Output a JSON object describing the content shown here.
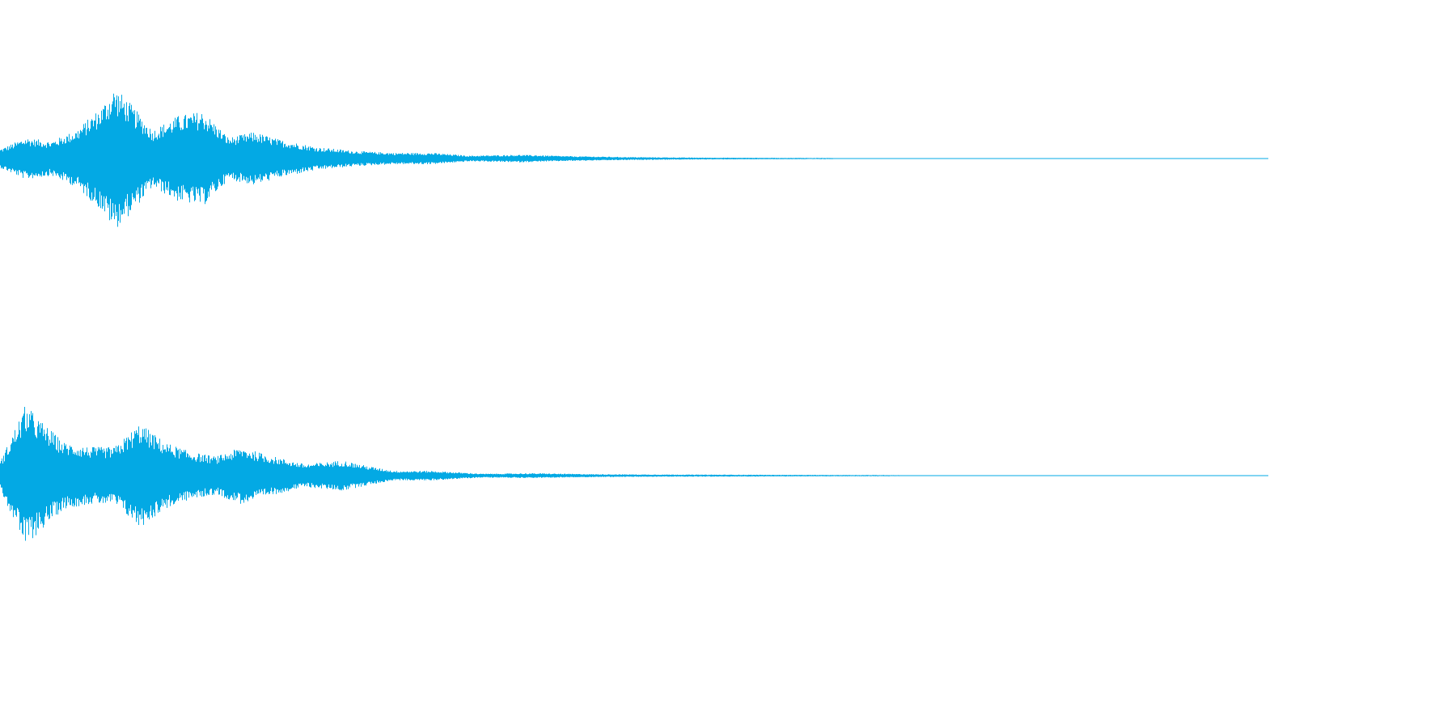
{
  "waveform": {
    "color": "#03a9e4",
    "channels": [
      {
        "name": "",
        "envelope": [
          [
            0.0,
            0.1
          ],
          [
            0.02,
            0.22
          ],
          [
            0.04,
            0.18
          ],
          [
            0.06,
            0.3
          ],
          [
            0.08,
            0.55
          ],
          [
            0.09,
            0.75
          ],
          [
            0.1,
            0.62
          ],
          [
            0.12,
            0.3
          ],
          [
            0.14,
            0.45
          ],
          [
            0.16,
            0.5
          ],
          [
            0.18,
            0.22
          ],
          [
            0.2,
            0.28
          ],
          [
            0.22,
            0.2
          ],
          [
            0.25,
            0.12
          ],
          [
            0.28,
            0.08
          ],
          [
            0.31,
            0.06
          ],
          [
            0.34,
            0.06
          ],
          [
            0.37,
            0.03
          ],
          [
            0.41,
            0.04
          ],
          [
            0.45,
            0.025
          ],
          [
            0.5,
            0.015
          ],
          [
            0.55,
            0.01
          ],
          [
            0.6,
            0.008
          ],
          [
            0.65,
            0.006
          ],
          [
            0.7,
            0.0
          ]
        ]
      },
      {
        "name": "",
        "envelope": [
          [
            0.0,
            0.15
          ],
          [
            0.02,
            0.75
          ],
          [
            0.03,
            0.6
          ],
          [
            0.05,
            0.35
          ],
          [
            0.07,
            0.3
          ],
          [
            0.09,
            0.3
          ],
          [
            0.11,
            0.55
          ],
          [
            0.13,
            0.35
          ],
          [
            0.15,
            0.25
          ],
          [
            0.17,
            0.2
          ],
          [
            0.19,
            0.3
          ],
          [
            0.21,
            0.22
          ],
          [
            0.24,
            0.12
          ],
          [
            0.27,
            0.16
          ],
          [
            0.29,
            0.1
          ],
          [
            0.31,
            0.05
          ],
          [
            0.34,
            0.05
          ],
          [
            0.38,
            0.02
          ],
          [
            0.42,
            0.025
          ],
          [
            0.47,
            0.015
          ],
          [
            0.52,
            0.012
          ],
          [
            0.58,
            0.01
          ],
          [
            0.63,
            0.008
          ],
          [
            0.7,
            0.006
          ],
          [
            0.75,
            0.0
          ]
        ]
      }
    ]
  }
}
